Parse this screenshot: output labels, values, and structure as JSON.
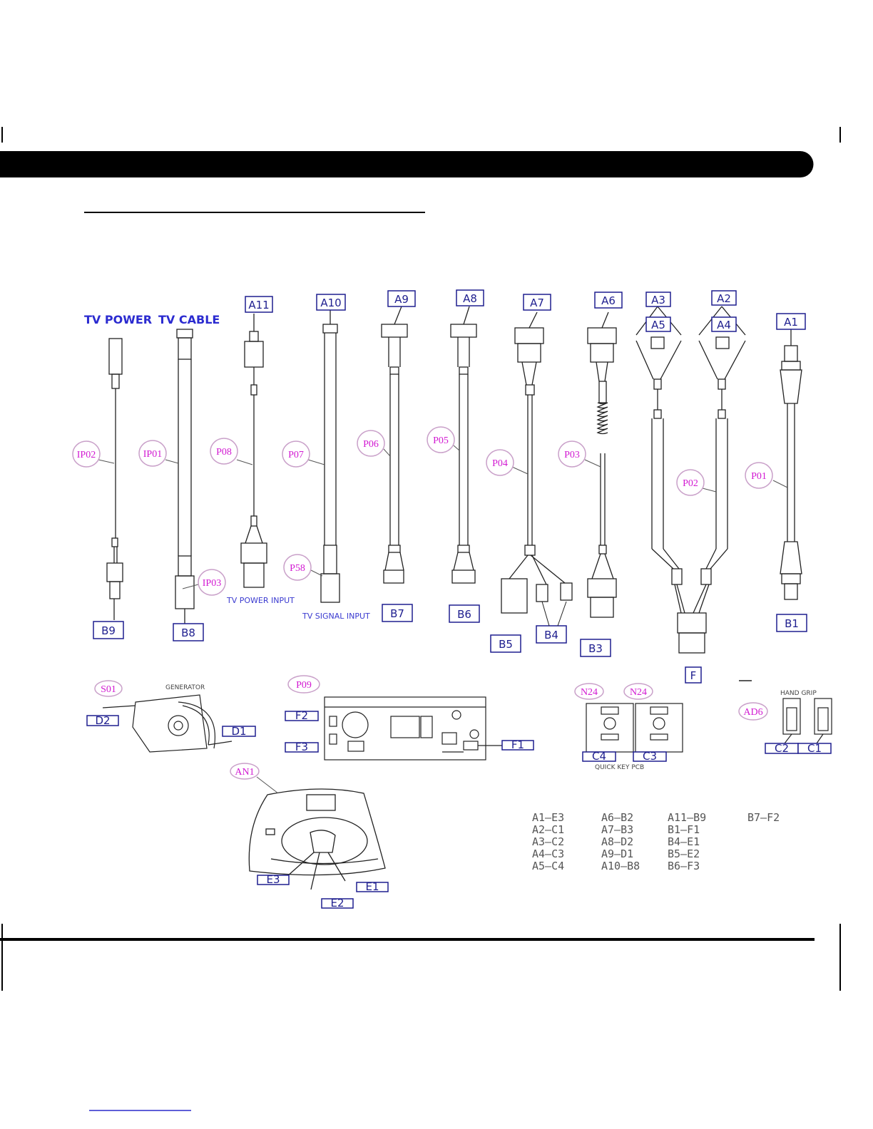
{
  "top_labels": {
    "tv_power": "TV  POWER",
    "tv_cable": "TV  CABLE"
  },
  "connector_labels_top": [
    "A11",
    "A10",
    "A9",
    "A8",
    "A7",
    "A6",
    "A3",
    "A2",
    "A5",
    "A4",
    "A1"
  ],
  "connector_labels_bottom": [
    "B9",
    "B8",
    "B7",
    "B6",
    "B5",
    "B4",
    "B3",
    "B1",
    "F"
  ],
  "cable_bubbles": [
    "IP02",
    "IP01",
    "P08",
    "P07",
    "P06",
    "P05",
    "P04",
    "P03",
    "P02",
    "P01",
    "IP03",
    "P58"
  ],
  "input_notes": {
    "tv_power_input": "TV POWER INPUT",
    "tv_signal_input": "TV SIGNAL INPUT"
  },
  "lower_section": {
    "generator_bubble": "S01",
    "generator_label": "GENERATOR",
    "d2": "D2",
    "d1": "D1",
    "board_bubble": "P09",
    "f2": "F2",
    "f3": "F3",
    "f1": "F1",
    "n24_left": "N24",
    "n24_right": "N24",
    "c4": "C4",
    "c3": "C3",
    "quick_key": "QUICK KEY PCB",
    "hand_grip": "HAND  GRIP",
    "ad6": "AD6",
    "c2": "C2",
    "c1": "C1",
    "an1": "AN1",
    "e3": "E3",
    "e1": "E1",
    "e2": "E2"
  },
  "mapping_columns": [
    [
      "A1—E3",
      "A2—C1",
      "A3—C2",
      "A4—C3",
      "A5—C4"
    ],
    [
      "A6—B2",
      "A7—B3",
      "A8—D2",
      "A9—D1",
      "A10—B8"
    ],
    [
      "A11—B9",
      "B1—F1",
      "B4—E1",
      "B5—E2",
      "B6—F3"
    ],
    [
      "B7—F2"
    ]
  ],
  "colors": {
    "ink": "#222222",
    "label_blue": "#1f1f8f",
    "bubble_magenta": "#d21ad2"
  }
}
